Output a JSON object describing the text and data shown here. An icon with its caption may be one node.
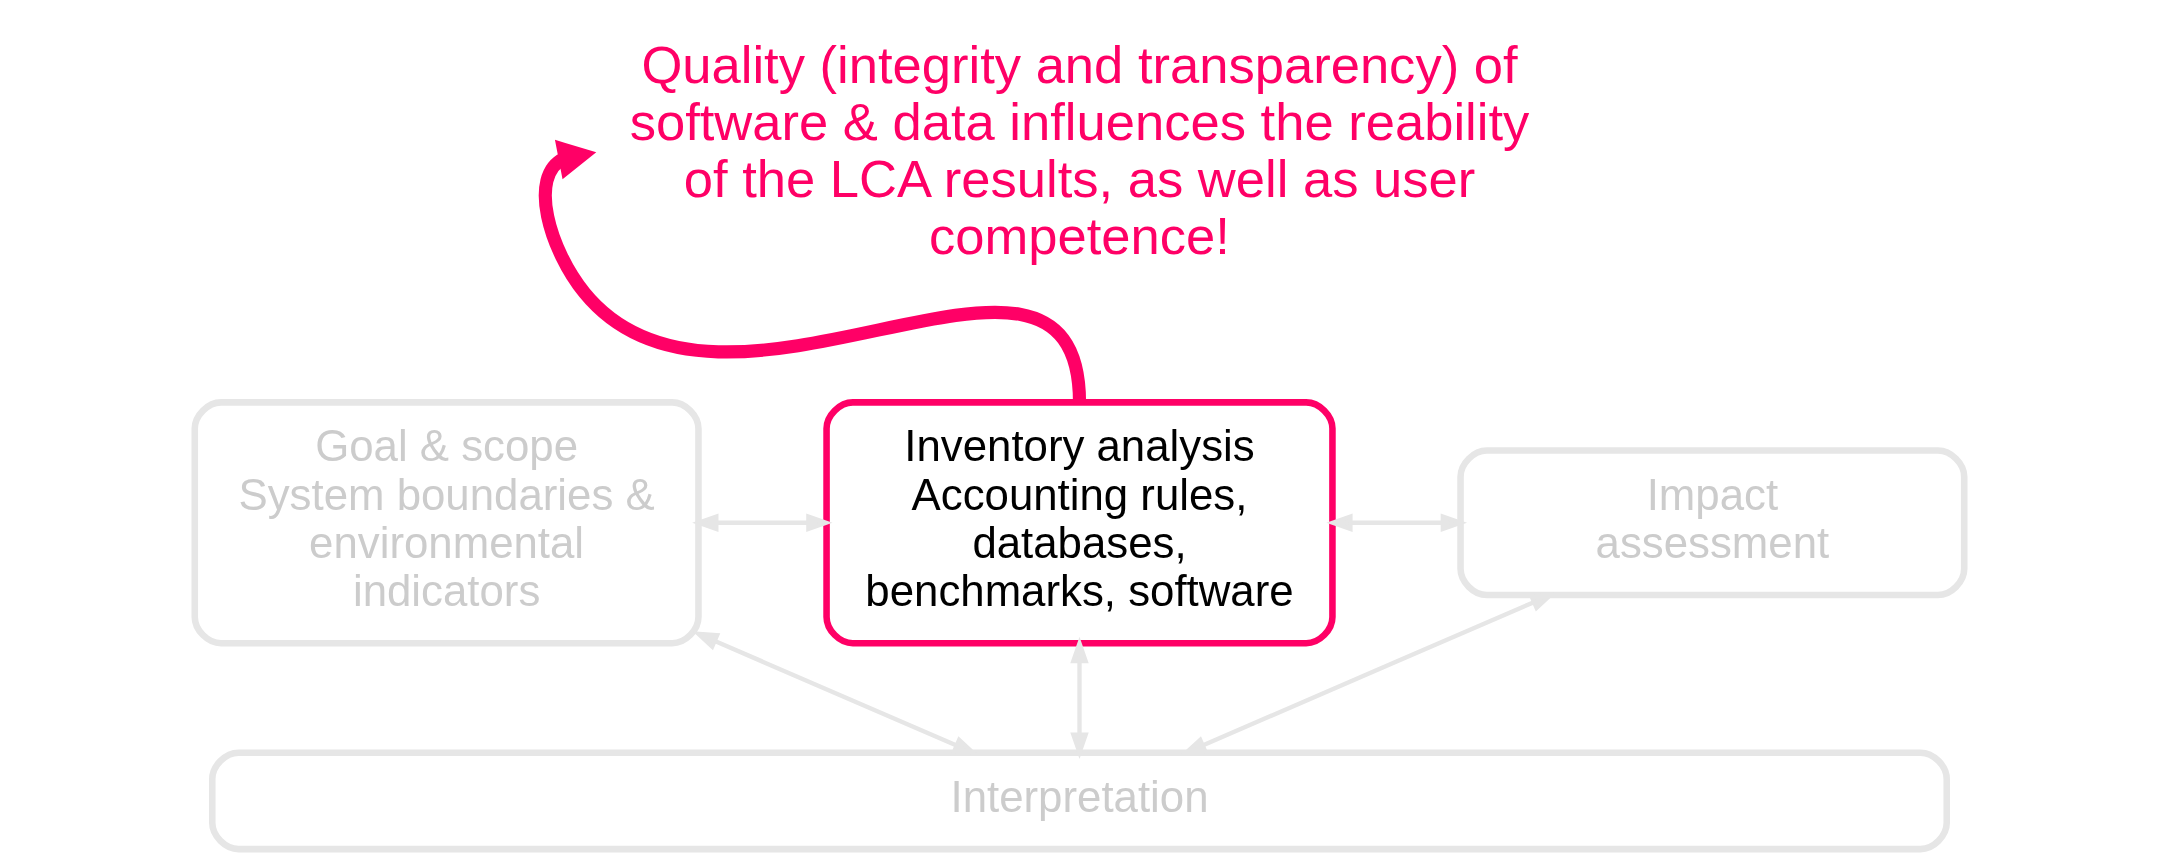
{
  "diagram": {
    "nodes": [
      {
        "text": [
          "Goal & scope",
          "System boundaries & environmental indicators"
        ]
      },
      {
        "text": [
          "Inventory analysis",
          "Accounting rules, databases, benchmarks, software"
        ]
      },
      {
        "text": [
          "Impact assessment"
        ]
      },
      {
        "text": [
          "Interpretation"
        ]
      },
      {
        "text": [
          "Quality (integrity and transparency) of software & data influences the reability of the LCA results, as well as user competence!"
        ]
      }
    ],
    "edges": [
      {
        "from": 0,
        "to": 1,
        "arrow": "both"
      },
      {
        "from": 1,
        "to": 2,
        "arrow": "both"
      },
      {
        "from": 0,
        "to": 3,
        "arrow": "both"
      },
      {
        "from": 1,
        "to": 3,
        "arrow": "both"
      },
      {
        "from": 2,
        "to": 3,
        "arrow": "both"
      },
      {
        "from": 1,
        "to": 4,
        "arrow": "to",
        "style": "thick",
        "color": "#ff0066"
      }
    ]
  }
}
